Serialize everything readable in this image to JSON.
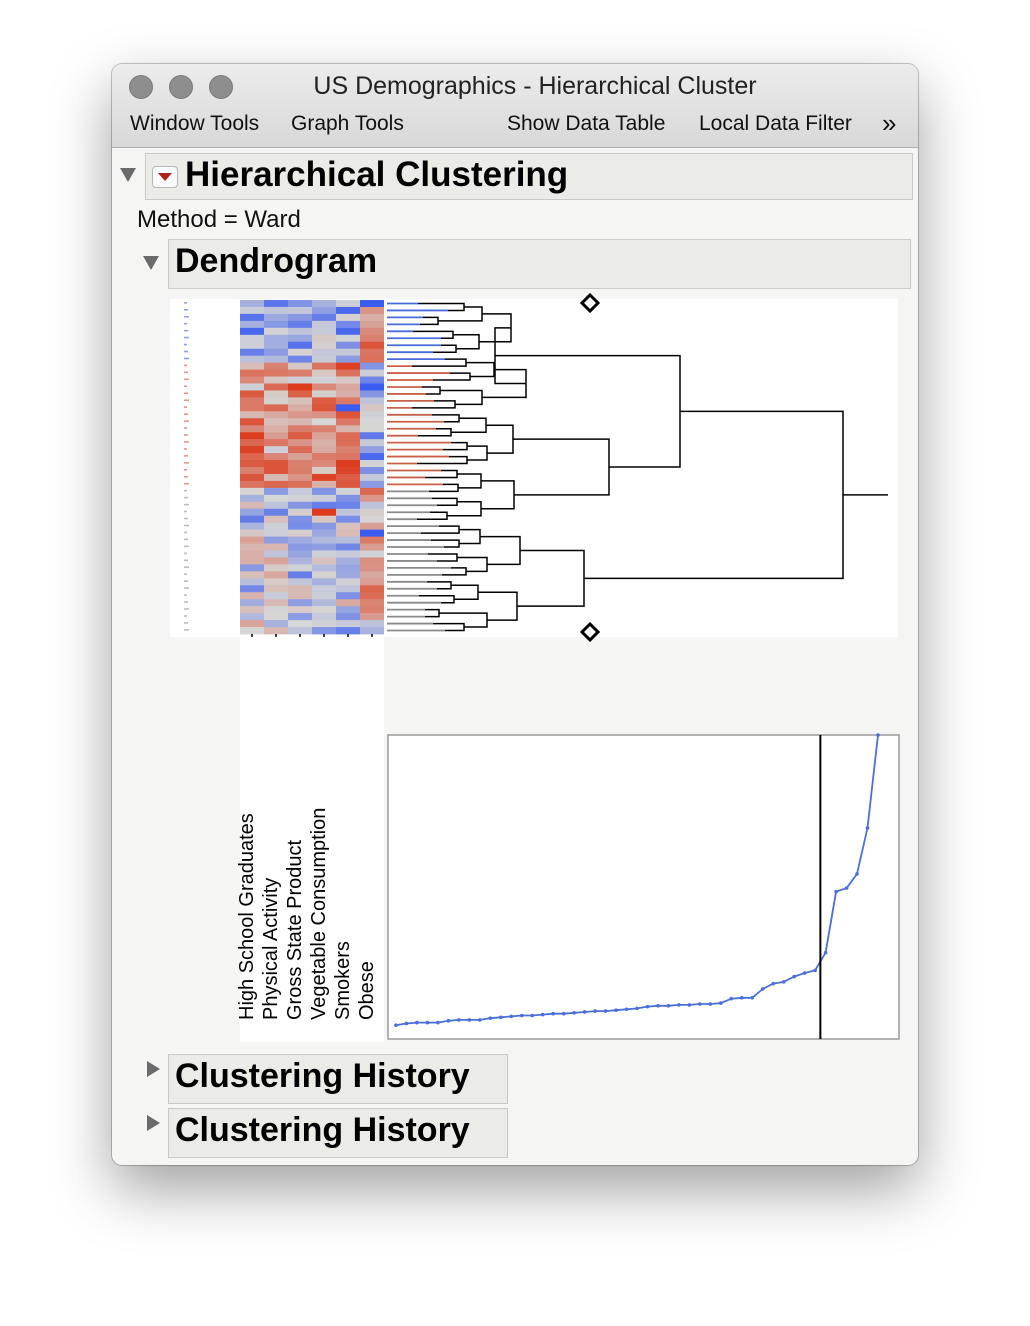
{
  "window": {
    "title": "US Demographics - Hierarchical Cluster",
    "menu": [
      "Window Tools",
      "Graph Tools",
      "Show Data Table",
      "Local Data Filter"
    ],
    "overflow_glyph": "»"
  },
  "report": {
    "title": "Hierarchical Clustering",
    "method": "Method = Ward",
    "dendrogram_title": "Dendrogram",
    "history_titles": [
      "Clustering History",
      "Clustering History"
    ]
  },
  "heatmap": {
    "columns": [
      "High School Graduates",
      "Physical Activity",
      "Gross State Product",
      "Vegetable Consumption",
      "Smokers",
      "Obese"
    ],
    "colors": {
      "low": "#3b5cf0",
      "mid": "#d6d6d6",
      "high": "#dd3b1c"
    }
  },
  "chart_data": {
    "type": "line",
    "series": [
      {
        "values": [
          0.2,
          0.4,
          0.5,
          0.5,
          0.5,
          0.7,
          0.8,
          0.8,
          0.8,
          1.0,
          1.1,
          1.2,
          1.3,
          1.3,
          1.4,
          1.5,
          1.5,
          1.6,
          1.7,
          1.8,
          1.8,
          1.9,
          2.0,
          2.1,
          2.3,
          2.4,
          2.4,
          2.5,
          2.5,
          2.6,
          2.6,
          2.7,
          3.2,
          3.3,
          3.3,
          4.3,
          4.9,
          5.1,
          5.7,
          6.1,
          6.4,
          8.4,
          15.3,
          15.7,
          17.3,
          22.5,
          33.0
        ]
      }
    ],
    "cutoff_index": 41,
    "line_color": "#4a6fd8"
  }
}
